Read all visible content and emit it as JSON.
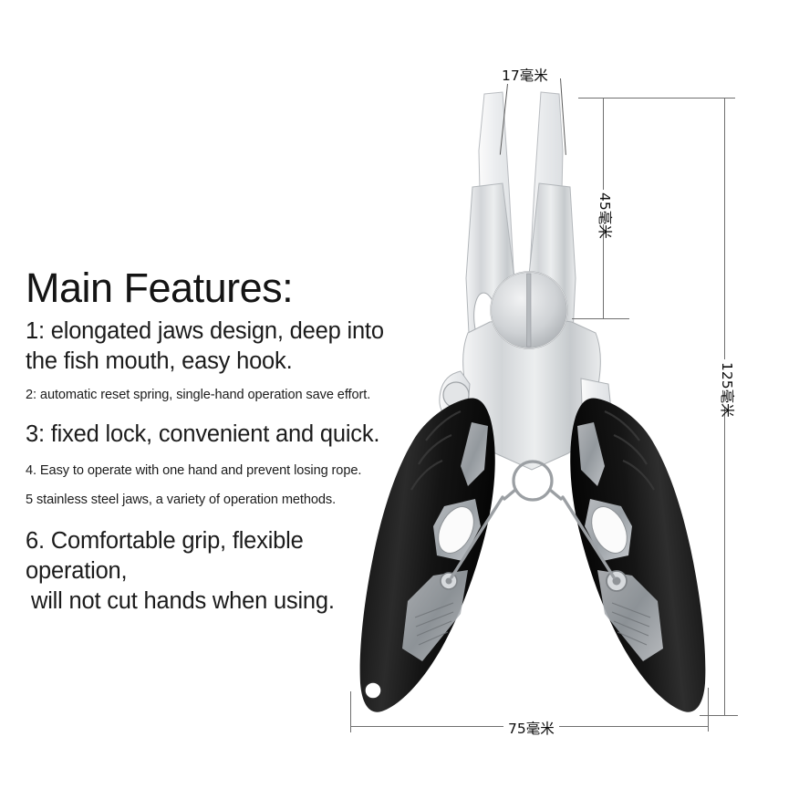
{
  "background_color": "#ffffff",
  "features": {
    "title": "Main Features:",
    "items": [
      {
        "id": "f1",
        "size": "big",
        "text": "1: elongated jaws design, deep into the fish mouth, easy hook."
      },
      {
        "id": "f2",
        "size": "small",
        "text": "2: automatic reset spring, single-hand operation save effort."
      },
      {
        "id": "f3",
        "size": "big",
        "text": "3: fixed lock, convenient and quick."
      },
      {
        "id": "f4",
        "size": "small",
        "text": "4. Easy to operate with one hand and prevent losing rope."
      },
      {
        "id": "f5",
        "size": "small",
        "text": "5 stainless steel jaws, a variety of operation methods."
      },
      {
        "id": "f6",
        "size": "big",
        "text": "6. Comfortable grip, flexible operation,",
        "text2": "will not cut hands when using."
      }
    ]
  },
  "dimensions": {
    "jaw_width": {
      "label": "17毫米",
      "value": 17,
      "unit": "毫米",
      "orientation": "horizontal"
    },
    "jaw_length": {
      "label": "45毫米",
      "value": 45,
      "unit": "毫米",
      "orientation": "vertical"
    },
    "total_length": {
      "label": "125毫米",
      "value": 125,
      "unit": "毫米",
      "orientation": "vertical"
    },
    "total_width": {
      "label": "75毫米",
      "value": 75,
      "unit": "毫米",
      "orientation": "horizontal"
    }
  },
  "product": {
    "name": "fishing-pliers",
    "grip_color": "#171717",
    "steel_color": "#d5d7da",
    "line_color": "#6f6f6f"
  }
}
